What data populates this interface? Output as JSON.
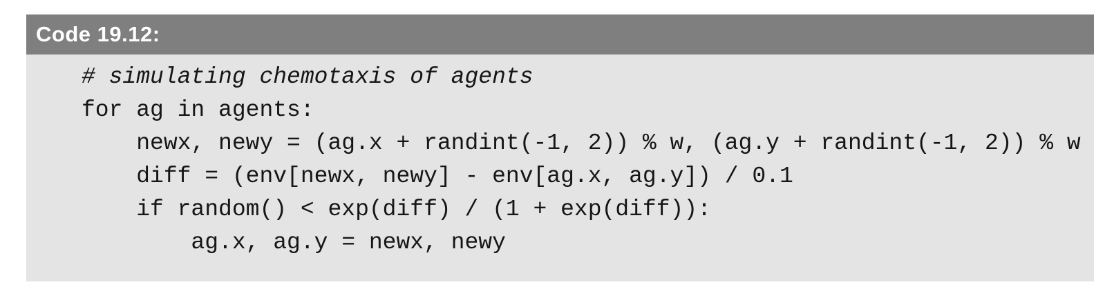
{
  "code_block": {
    "title": "Code 19.12:",
    "lines": [
      "# simulating chemotaxis of agents",
      "for ag in agents:",
      "    newx, newy = (ag.x + randint(-1, 2)) % w, (ag.y + randint(-1, 2)) % w",
      "    diff = (env[newx, newy] - env[ag.x, ag.y]) / 0.1",
      "    if random() < exp(diff) / (1 + exp(diff)):",
      "        ag.x, ag.y = newx, newy"
    ]
  },
  "colors": {
    "header_bg": "#7f7f7f",
    "header_text": "#ffffff",
    "body_bg": "#e4e4e4",
    "code_text": "#161616"
  }
}
